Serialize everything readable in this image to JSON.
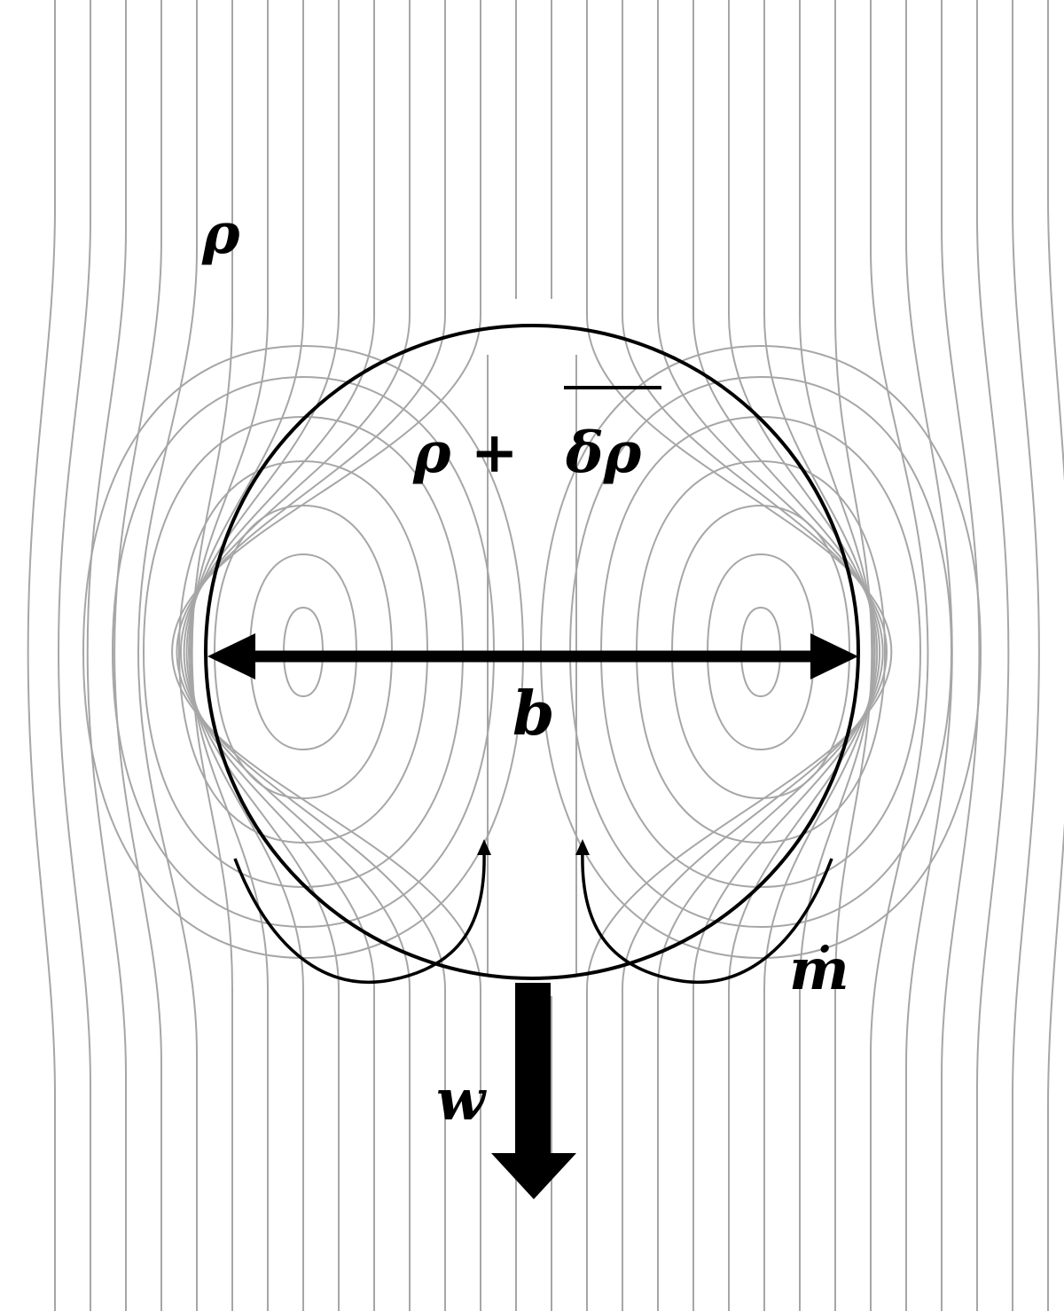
{
  "labels": {
    "ambient_density": "ρ",
    "vortex_density_lhs": "ρ +",
    "vortex_density_rhs": "δρ",
    "width": "b",
    "velocity": "w",
    "mass_flux": "ṁ"
  },
  "colors": {
    "streamline": "#a6a6a6",
    "outline": "#000000",
    "background": "#ffffff"
  }
}
